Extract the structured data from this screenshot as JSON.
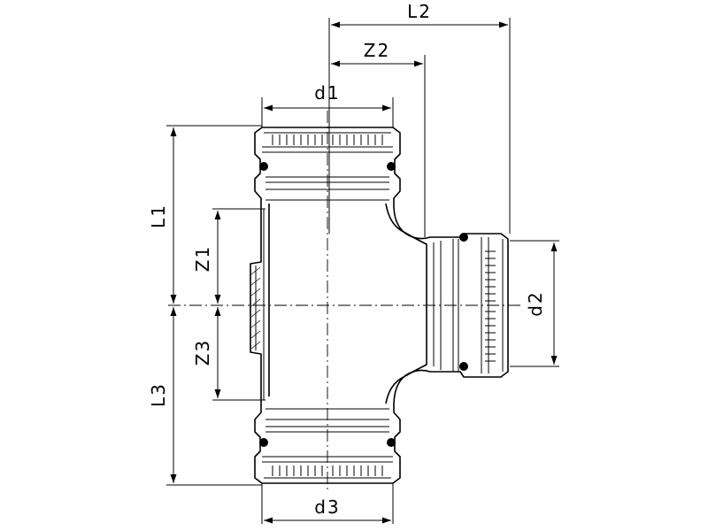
{
  "labels": {
    "L1": "L1",
    "L2": "L2",
    "L3": "L3",
    "Z1": "Z1",
    "Z2": "Z2",
    "Z3": "Z3",
    "d1": "d1",
    "d2": "d2",
    "d3": "d3"
  }
}
